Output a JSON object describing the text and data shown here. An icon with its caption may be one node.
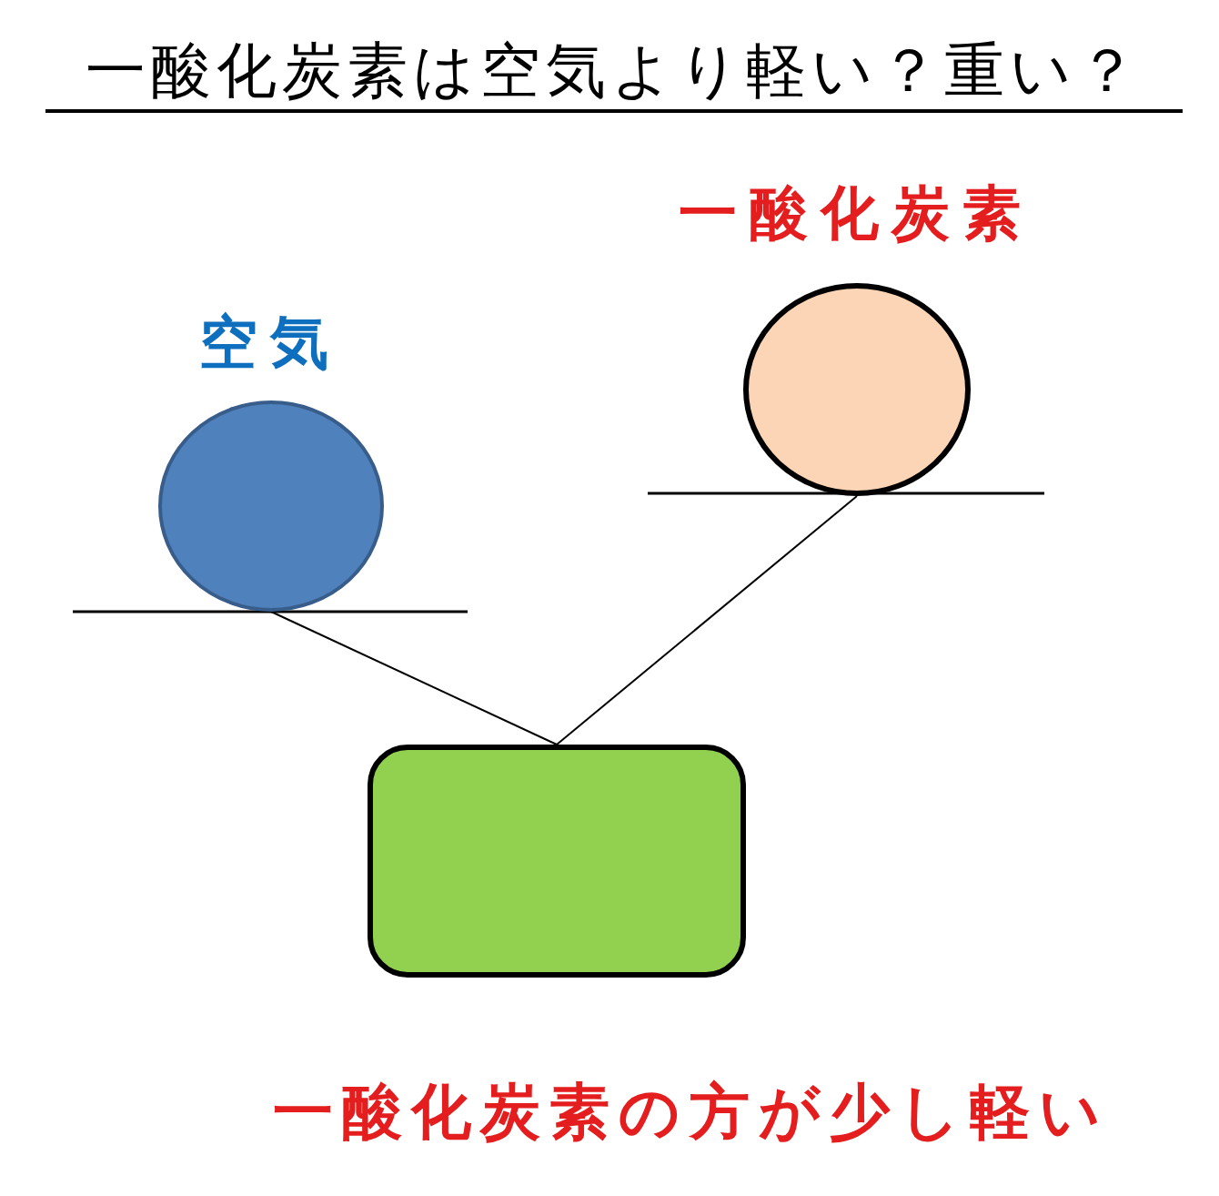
{
  "diagram": {
    "title": "一酸化炭素は空気より軽い？重い？",
    "caption": "一酸化炭素の方が少し軽い",
    "nodes": [
      {
        "text": [
          "空気"
        ]
      },
      {
        "text": [
          "一酸化炭素"
        ]
      },
      {
        "text": [],
        "shape": "box"
      }
    ],
    "edges": [
      {
        "from": 0,
        "to": 2,
        "arrow": "none"
      },
      {
        "from": 1,
        "to": 2,
        "arrow": "none"
      }
    ]
  }
}
